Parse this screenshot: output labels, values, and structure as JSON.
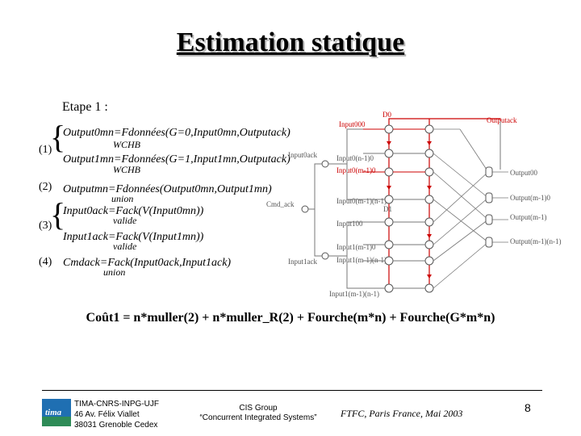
{
  "title": "Estimation statique",
  "step": "Etape 1 :",
  "equations": [
    {
      "label": "(1)",
      "line1": "Output0mn=Fdonnées(G=0,Input0mn,Outputack)",
      "under1": "WCHB",
      "line2": "Output1mn=Fdonnées(G=1,Input1mn,Outputack)",
      "under2": "WCHB"
    },
    {
      "label": "(2)",
      "line1": "Outputmn=Fdonnées(Output0mn,Output1mn)",
      "under1": "union"
    },
    {
      "label": "(3)",
      "line1": "Input0ack=Fack(V(Input0mn))",
      "under1": "valide",
      "line2": "Input1ack=Fack(V(Input1mn))",
      "under2": "valide"
    },
    {
      "label": "(4)",
      "line1": "Cmdack=Fack(Input0ack,Input1ack)",
      "under1": "union"
    }
  ],
  "diagram": {
    "d0": "D0",
    "d1": "D1",
    "output_ack": "Outputack",
    "input0_ack": "Input0ack",
    "input1_ack": "Input1ack",
    "cmd_ack": "Cmd_ack",
    "inputs": [
      "Input000",
      "Input0(n-1)0",
      "Input0(m-1)0",
      "Input0(m-1)(n-1)",
      "Input100",
      "Input1(m-1)0",
      "Input1(m-1)(n-1)",
      "Input1(m-1)(n-1)"
    ],
    "outputs": [
      "Output00",
      "Output(m-1)0",
      "Output(m-1)",
      "Output(m-1)(n-1)"
    ],
    "gate_c": "C",
    "gate_f": "F"
  },
  "cost": "Coût1 = n*muller(2) + n*muller_R(2) + Fourche(m*n) + Fourche(G*m*n)",
  "footer": {
    "lab_line1": "TIMA-CNRS-INPG-UJF",
    "lab_line2": "46 Av. Félix Viallet",
    "lab_line3": "38031 Grenoble Cedex",
    "logo_text": "tima",
    "group_line1": "CIS Group",
    "group_line2": "“Concurrent Integrated Systems”",
    "conference": "FTFC, Paris France, Mai 2003",
    "page": "8"
  },
  "colors": {
    "red_wire": "#cc0000",
    "gray_wire": "#777777",
    "logo_blue": "#1f6fb2",
    "logo_green": "#2e8b57"
  }
}
